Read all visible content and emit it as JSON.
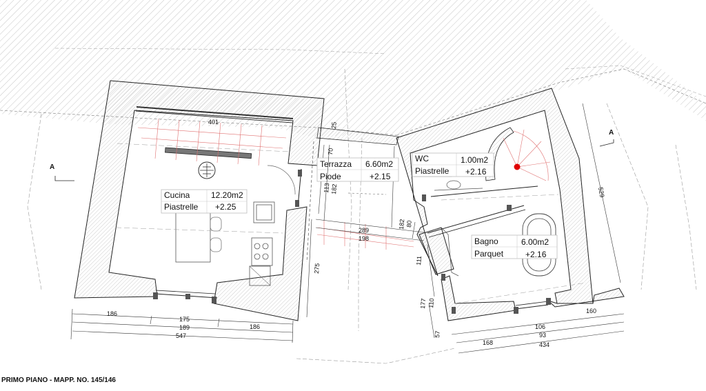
{
  "drawing": {
    "title": "PRIMO PIANO - MAPP. NO. 145/146",
    "section_marks": [
      "A",
      "A"
    ]
  },
  "rooms": [
    {
      "name": "Cucina",
      "area": "12.20m2",
      "floor": "Piastrelle",
      "level": "+2.25"
    },
    {
      "name": "Terrazza",
      "area": "6.60m2",
      "floor": "Piode",
      "level": "+2.15"
    },
    {
      "name": "WC",
      "area": "1.00m2",
      "floor": "Piastrelle",
      "level": "+2.16"
    },
    {
      "name": "Bagno",
      "area": "6.00m2",
      "floor": "Parquet",
      "level": "+2.16"
    }
  ],
  "dimensions": {
    "d401": "401",
    "d25": "25",
    "d70": "70",
    "d113": "113",
    "d182a": "182",
    "d275": "275",
    "d289": "289",
    "d198": "198",
    "d80": "80",
    "d182b": "182",
    "d111": "111",
    "d110": "110",
    "d177": "177",
    "d57": "57",
    "d529": "529",
    "d186a": "186",
    "d175": "175",
    "d189": "189",
    "d186b": "186",
    "d547": "547",
    "d106": "106",
    "d93": "93",
    "d160": "160",
    "d168": "168",
    "d434": "434"
  },
  "colors": {
    "line": "#222222",
    "hatch": "#9a9a9a",
    "stairs": "#e07070",
    "marker": "#e00000"
  }
}
